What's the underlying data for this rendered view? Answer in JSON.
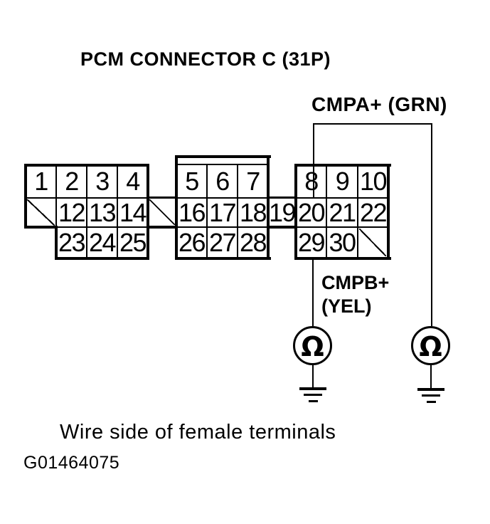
{
  "title": "PCM CONNECTOR C (31P)",
  "wires": {
    "cmpa_label": "CMPA+ (GRN)",
    "cmpb_label_line1": "CMPB+",
    "cmpb_label_line2": "(YEL)"
  },
  "connector": {
    "block_left": {
      "row1": [
        "1",
        "2",
        "3",
        "4"
      ],
      "row2": [
        "12",
        "13",
        "14"
      ],
      "row3": [
        "23",
        "24",
        "25"
      ]
    },
    "block_middle": {
      "row1": [
        "5",
        "6",
        "7"
      ],
      "row2": [
        "16",
        "17",
        "18"
      ],
      "row3": [
        "26",
        "27",
        "28"
      ]
    },
    "bridge_pin": "19",
    "block_right": {
      "row1": [
        "8",
        "9",
        "10"
      ],
      "row2": [
        "20",
        "21",
        "22"
      ],
      "row3": [
        "29",
        "30"
      ]
    }
  },
  "meters": {
    "symbol": "Ω"
  },
  "caption": "Wire side of female terminals",
  "figure_id": "G01464075",
  "colors": {
    "ink": "#000000",
    "background": "#ffffff"
  }
}
